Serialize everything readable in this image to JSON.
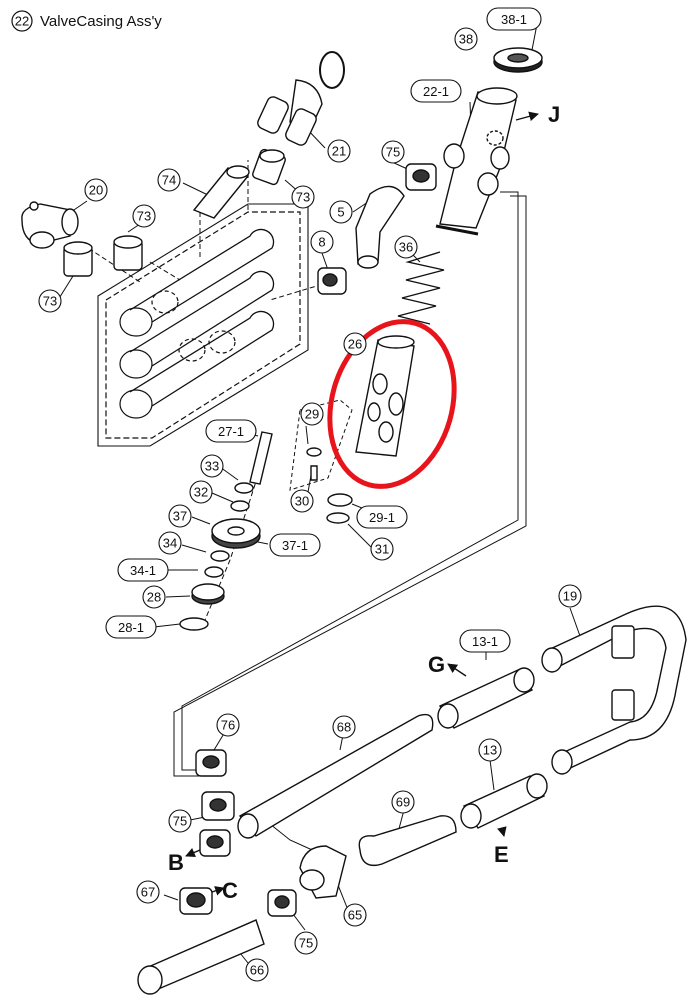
{
  "header": {
    "section_number": "22",
    "title": "ValveCasing Ass'y"
  },
  "parts": {
    "p38_1": "38-1",
    "p38": "38",
    "p22_1": "22-1",
    "p21": "21",
    "p74": "74",
    "p73a": "73",
    "p73b": "73",
    "p73c": "73",
    "p20": "20",
    "p75a": "75",
    "p5": "5",
    "p8": "8",
    "p36": "36",
    "p26": "26",
    "p27_1": "27-1",
    "p29": "29",
    "p33": "33",
    "p30": "30",
    "p32": "32",
    "p29_1": "29-1",
    "p37": "37",
    "p37_1": "37-1",
    "p31": "31",
    "p34": "34",
    "p34_1": "34-1",
    "p28": "28",
    "p28_1": "28-1",
    "p19": "19",
    "p13_1": "13-1",
    "p76": "76",
    "p68": "68",
    "p13": "13",
    "p69": "69",
    "p75b": "75",
    "p67": "67",
    "p65": "65",
    "p75c": "75",
    "p66": "66"
  },
  "connectors": {
    "J": "J",
    "G": "G",
    "E": "E",
    "B": "B",
    "C": "C"
  },
  "colors": {
    "line": "#111111",
    "highlight": "#e8141b",
    "background": "#ffffff"
  }
}
